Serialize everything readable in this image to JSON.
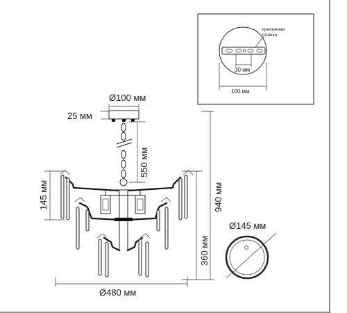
{
  "labels": {
    "top_diameter": "Ø100 мм",
    "canopy_height": "25 мм",
    "chain_length": "550 мм",
    "tier_height": "145 мм",
    "body_height": "360 мм",
    "total_height": "940 мм",
    "width": "Ø480 мм",
    "bottom_diameter": "Ø145 мм"
  },
  "inset": {
    "bracket_label_line1": "крепежная",
    "bracket_label_line2": "планка",
    "hole_spacing": "30 мм",
    "plate_width": "100 мм"
  }
}
